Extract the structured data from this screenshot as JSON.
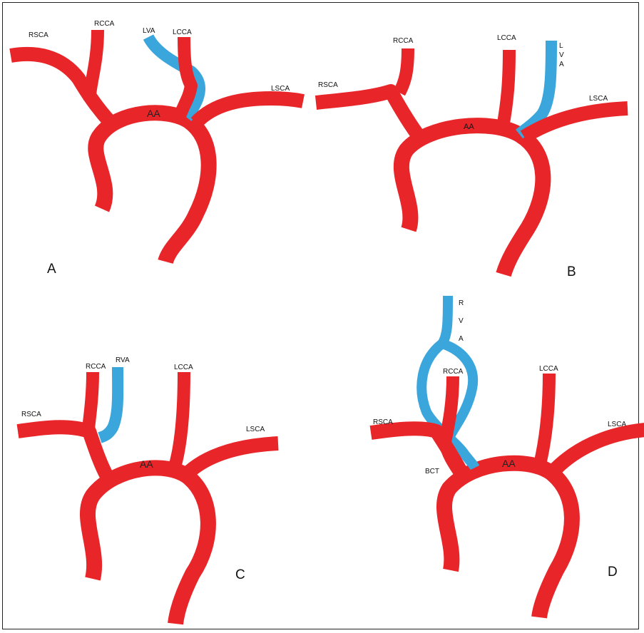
{
  "colors": {
    "artery": "#e8262a",
    "vertebral": "#3aa6dc",
    "border": "#222222"
  },
  "panels": [
    {
      "id": "A",
      "labels": {
        "rsca": "RSCA",
        "rcca": "RCCA",
        "va": "LVA",
        "lcca": "LCCA",
        "lsca": "LSCA",
        "aa": "AA"
      }
    },
    {
      "id": "B",
      "labels": {
        "rsca": "RSCA",
        "rcca": "RCCA",
        "lcca": "LCCA",
        "va_l": "L",
        "va_v": "V",
        "va_a": "A",
        "lsca": "LSCA",
        "aa": "AA"
      }
    },
    {
      "id": "C",
      "labels": {
        "rsca": "RSCA",
        "rcca": "RCCA",
        "va": "RVA",
        "lcca": "LCCA",
        "lsca": "LSCA",
        "aa": "AA"
      }
    },
    {
      "id": "D",
      "labels": {
        "va_r": "R",
        "va_v": "V",
        "va_a": "A",
        "rcca": "RCCA",
        "lcca": "LCCA",
        "rsca": "RSCA",
        "lsca": "LSCA",
        "bct": "BCT",
        "aa": "AA"
      }
    }
  ]
}
